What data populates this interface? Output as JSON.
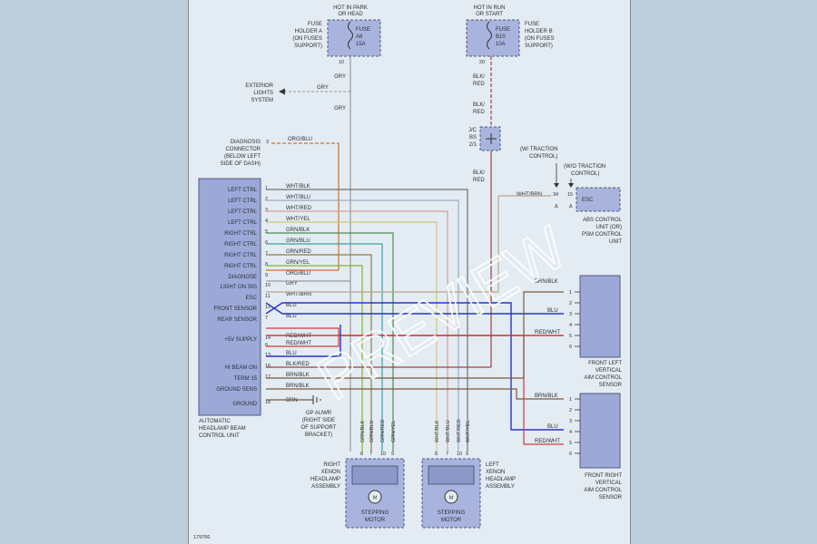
{
  "top": {
    "hot_park": [
      "HOT IN PARK",
      "OR HEAD"
    ],
    "hot_run": [
      "HOT IN RUN",
      "OR START"
    ],
    "fuse_a": [
      "FUSE",
      "A6",
      "15A"
    ],
    "fuse_b": [
      "FUSE",
      "B10",
      "10A"
    ],
    "holder_a": [
      "FUSE",
      "HOLDER A",
      "(ON FUSES",
      "SUPPORT)"
    ],
    "holder_b": [
      "FUSE",
      "HOLDER B",
      "(ON FUSES",
      "SUPPORT)"
    ],
    "pin_10": "10",
    "pin_20": "20",
    "gry1": "GRY",
    "gry2": "GRY",
    "blk_red1": [
      "BLK/",
      "RED"
    ],
    "blk_red2": [
      "BLK/",
      "RED"
    ],
    "blk_red3": [
      "BLK/",
      "RED"
    ],
    "jc": [
      "J/C",
      "BS",
      "2/1"
    ],
    "ext_lights": [
      "EXTERIOR",
      "LIGHTS",
      "SYSTEM"
    ],
    "diag_conn": [
      "DIAGNOSIS",
      "CONNECTOR",
      "(BELOW LEFT",
      "SIDE OF DASH)"
    ],
    "diag_pin": "3",
    "org_blu": "ORG/BLU"
  },
  "abs": {
    "w_traction": [
      "(W/ TRACTION",
      "CONTROL)"
    ],
    "wo_traction": [
      "(W/O TRACTION",
      "CONTROL)"
    ],
    "wire": "WHT/BRN",
    "pin34": "34",
    "pin15": "15",
    "esc": "ESC",
    "label": [
      "ABS CONTROL",
      "UNIT (OR)",
      "PSM CONTROL",
      "UNIT"
    ]
  },
  "unit": {
    "rows": [
      {
        "label": "LEFT CTRL",
        "pin": "1",
        "wire": "WHT/BLK",
        "color": "#707070"
      },
      {
        "label": "LEFT CTRL",
        "pin": "2",
        "wire": "WHT/BLU",
        "color": "#9aa8c8"
      },
      {
        "label": "LEFT CTRL",
        "pin": "3",
        "wire": "WHT/RED",
        "color": "#d79b9b"
      },
      {
        "label": "LEFT CTRL",
        "pin": "4",
        "wire": "WHT/YEL",
        "color": "#cfc77c"
      },
      {
        "label": "RIGHT CTRL",
        "pin": "5",
        "wire": "GRN/BLK",
        "color": "#4d8a4d"
      },
      {
        "label": "RIGHT CTRL",
        "pin": "6",
        "wire": "GRN/BLU",
        "color": "#3aa0a0"
      },
      {
        "label": "RIGHT CTRL",
        "pin": "7",
        "wire": "GRN/RED",
        "color": "#8f7c3f"
      },
      {
        "label": "RIGHT CTRL",
        "pin": "8",
        "wire": "GRN/YEL",
        "color": "#86b22e"
      },
      {
        "label": "DIAGNOSE",
        "pin": "9",
        "wire": "ORG/BLU",
        "color": "#d0712a"
      },
      {
        "label": "LIGHT ON SIG",
        "pin": "10",
        "wire": "GRY",
        "color": "#9a9a9a"
      },
      {
        "label": "ESC",
        "pin": "11",
        "wire": "WHT/BRN",
        "color": "#b9a68d"
      },
      {
        "label": "FRONT SENSOR",
        "pin": "12",
        "wire": "BLU",
        "color": "#2a33c8"
      },
      {
        "label": "REAR SENSOR",
        "pin": "7",
        "wire": "BLU",
        "color": "#2a33c8"
      },
      {
        "label": "+5V SUPPLY",
        "pin": "14",
        "wire": "RED/WHT",
        "color": "#d03a3a"
      },
      {
        "label": "",
        "pin": "6",
        "wire": "RED/WHT",
        "color": "#d03a3a"
      },
      {
        "label": "",
        "pin": "13",
        "wire": "BLU",
        "color": "#2a33c8"
      },
      {
        "label": "HI BEAM ON",
        "pin": "16",
        "wire": "BLK/RED",
        "color": "#a04040"
      },
      {
        "label": "TERM 15",
        "pin": "17",
        "wire": "BRN/BLK",
        "color": "#7a5a3a"
      },
      {
        "label": "GROUND SENS",
        "pin": "",
        "wire": "BRN/BLK",
        "color": "#7a5a3a"
      },
      {
        "label": "GROUND",
        "pin": "18",
        "wire": "BRN",
        "color": "#7a5a3a"
      }
    ],
    "name": [
      "AUTOMATIC",
      "HEADLAMP BEAM",
      "CONTROL UNIT"
    ]
  },
  "gp": [
    "GP AUWR",
    "(RIGHT SIDE",
    "OF SUPPORT",
    "BRACKET)"
  ],
  "sensors": {
    "front": {
      "label": [
        "FRONT LEFT",
        "VERTICAL",
        "AIM CONTROL",
        "SENSOR"
      ],
      "pins": [
        "1",
        "2",
        "3",
        "4",
        "5",
        "6"
      ],
      "wires": [
        "BRN/BLK",
        "BLU",
        "RED/WHT"
      ]
    },
    "rear": {
      "label": [
        "FRONT RIGHT",
        "VERTICAL",
        "AIM CONTROL",
        "SENSOR"
      ],
      "pins": [
        "1",
        "2",
        "3",
        "4",
        "5",
        "6"
      ],
      "wires": [
        "BRN/BLK",
        "BLU",
        "RED/WHT"
      ]
    }
  },
  "headlamps": {
    "right": {
      "label": [
        "RIGHT",
        "XENON",
        "HEADLAMP",
        "ASSEMBLY"
      ],
      "wires": [
        "GRN/BLK",
        "GRN/BLU",
        "GRN/RED",
        "GRN/YEL"
      ],
      "pins": [
        "8",
        "7",
        "10",
        "9"
      ],
      "motor": [
        "STEPPING",
        "MOTOR"
      ]
    },
    "left": {
      "label": [
        "LEFT",
        "XENON",
        "HEADLAMP",
        "ASSEMBLY"
      ],
      "wires": [
        "WHT/BLK",
        "WHT/BLU",
        "WHT/RED",
        "WHT/YEL"
      ],
      "pins": [
        "8",
        "7",
        "10",
        "9"
      ],
      "motor": [
        "STEPPING",
        "MOTOR"
      ]
    },
    "motor_symbol": "M"
  },
  "diagram_id": "179766",
  "watermark": "PREVIEW"
}
